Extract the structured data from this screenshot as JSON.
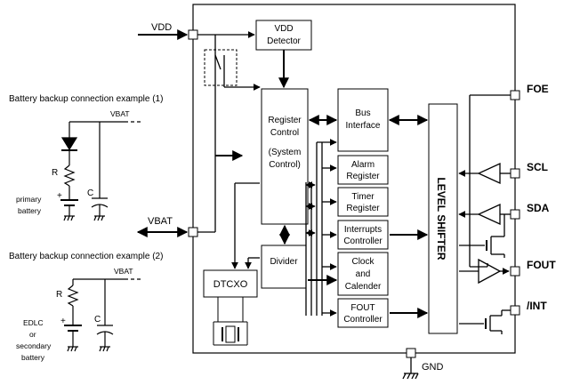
{
  "blocks": {
    "vdd_detector": [
      "VDD",
      "Detector"
    ],
    "register_control": [
      "Register",
      "Control",
      "(System",
      "Control)"
    ],
    "divider": "Divider",
    "dtcxo": "DTCXO",
    "bus_interface": [
      "Bus",
      "Interface"
    ],
    "alarm_register": [
      "Alarm",
      "Register"
    ],
    "timer_register": [
      "Timer",
      "Register"
    ],
    "interrupts_controller": [
      "Interrupts",
      "Controller"
    ],
    "clock_calendar": [
      "Clock",
      "and",
      "Calender"
    ],
    "fout_controller": [
      "FOUT",
      "Controller"
    ],
    "level_shifter": "LEVEL SHIFTER"
  },
  "pins": {
    "vdd": "VDD",
    "vbat": "VBAT",
    "foe": "FOE",
    "scl": "SCL",
    "sda": "SDA",
    "fout": "FOUT",
    "int": "/INT",
    "gnd": "GND"
  },
  "examples": {
    "ex1_title": "Battery backup connection example (1)",
    "ex1_vbat": "VBAT",
    "ex1_r": "R",
    "ex1_c": "C",
    "ex1_plus": "+",
    "ex1_battery": [
      "primary",
      "battery"
    ],
    "ex2_title": "Battery backup connection example (2)",
    "ex2_vbat": "VBAT",
    "ex2_r": "R",
    "ex2_c": "C",
    "ex2_plus": "+",
    "ex2_battery": [
      "EDLC",
      "or",
      "secondary",
      "battery"
    ]
  }
}
